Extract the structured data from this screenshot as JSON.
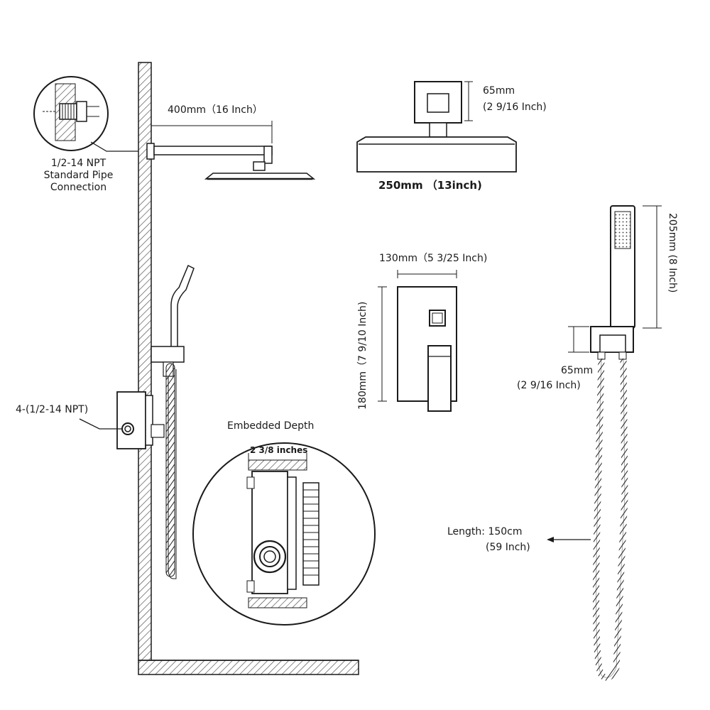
{
  "colors": {
    "line": "#1a1a1a",
    "hatch": "#555555",
    "background": "#ffffff"
  },
  "wall": {
    "pipe_connection": {
      "line1": "1/2-14 NPT",
      "line2": "Standard Pipe",
      "line3": "Connection"
    },
    "arm_length": "400mm（16 Inch）",
    "valve_ports": "4-(1/2-14 NPT)"
  },
  "rain_head": {
    "height": "65mm",
    "height_in": "(2 9/16 Inch)",
    "width": "250mm （13inch)"
  },
  "valve_plate": {
    "width": "130mm（5  3/25 Inch)",
    "height": "180mm（7  9/10 Inch)"
  },
  "embedded": {
    "title": "Embedded Depth",
    "depth": "2 3/8 inches"
  },
  "hand_shower": {
    "length": "205mm (8 Inch)",
    "holder_height": "65mm",
    "holder_height_in": "(2 9/16 Inch)",
    "hose_length": "Length: 150cm",
    "hose_length_in": "(59 Inch)"
  }
}
